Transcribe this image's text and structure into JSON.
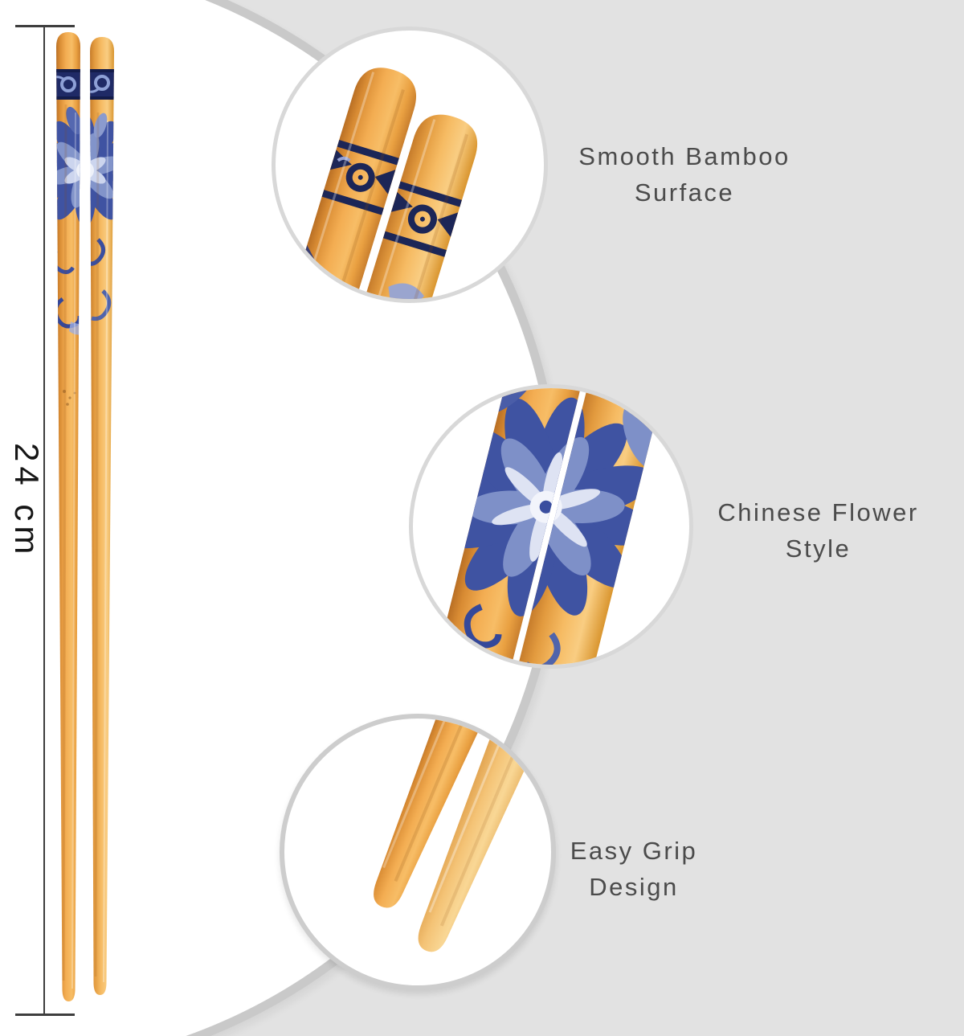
{
  "measurement": {
    "label": "24 cm"
  },
  "callouts": [
    {
      "id": "smooth-bamboo-surface",
      "label": "Smooth Bamboo Surface"
    },
    {
      "id": "chinese-flower-style",
      "label": "Chinese Flower Style"
    },
    {
      "id": "easy-grip-design",
      "label": "Easy Grip Design"
    }
  ],
  "colors": {
    "page_bg": "#e2e2e2",
    "background_circle_fill": "#ffffff",
    "background_circle_ring": "#c9c9c9",
    "callout_border": "#d8d8d8",
    "label_text": "#4b4b4b",
    "measure_line": "#3e3e3e",
    "bamboo_dark": "#c9812d",
    "bamboo_mid": "#f3ad52",
    "bamboo_light": "#f8cf8a",
    "pattern_navy": "#1f2a66",
    "flower_blue": "#3f53a2",
    "flower_light": "#c9d2ec"
  }
}
